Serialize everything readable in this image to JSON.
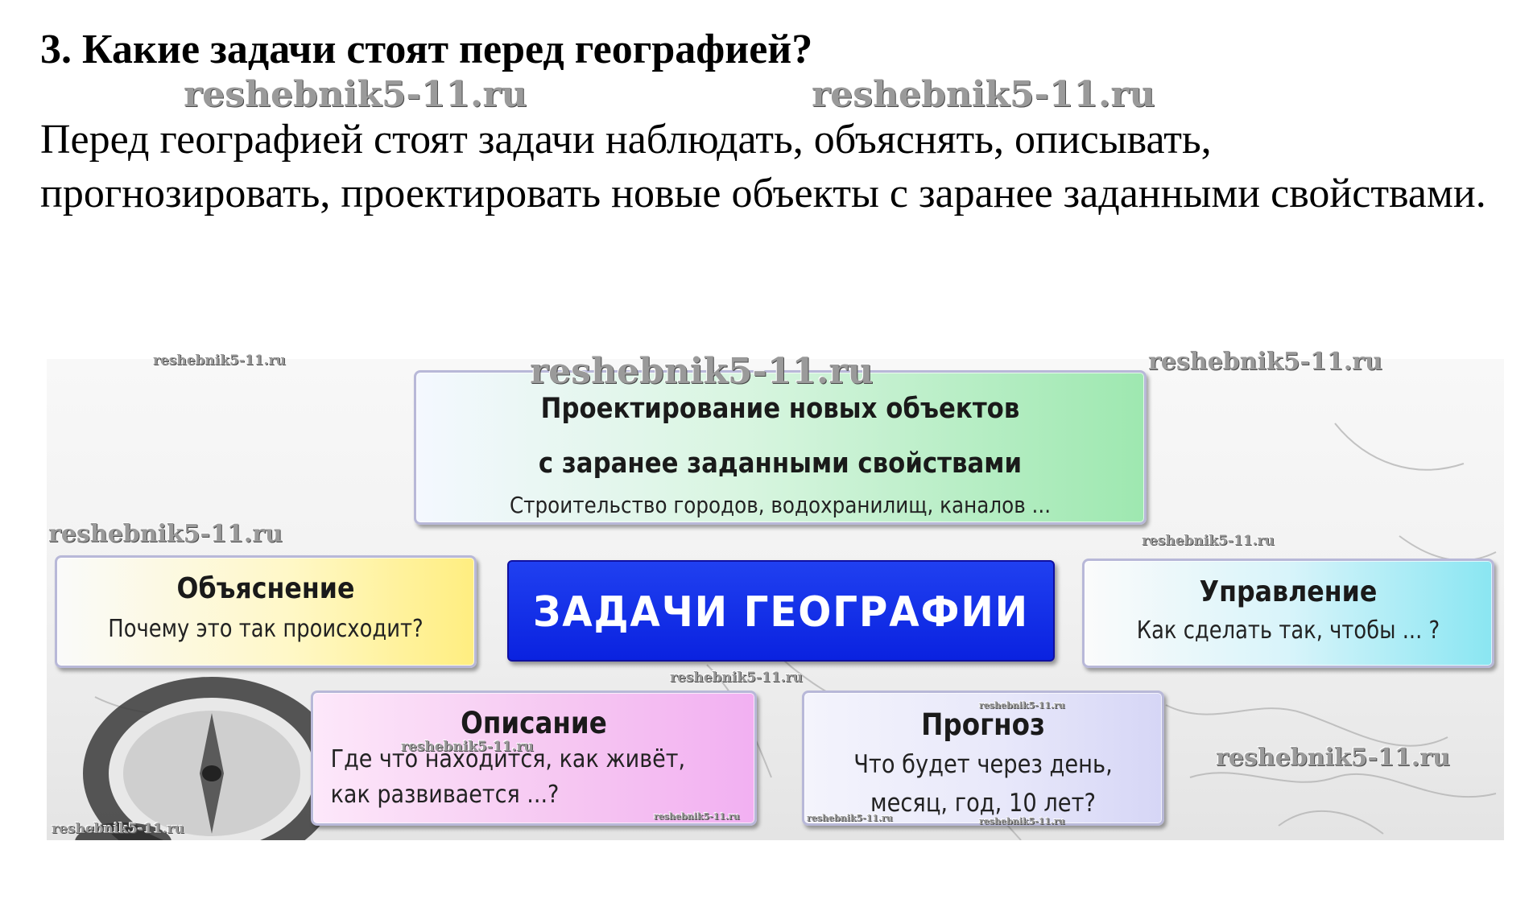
{
  "question": {
    "title": "3. Какие задачи стоят перед географией?"
  },
  "answer": {
    "text": "Перед географией стоят задачи наблюдать, объяснять, описывать, прогнозировать, проектировать новые объекты с заранее заданными свойствами."
  },
  "watermark": "reshebnik5-11.ru",
  "diagram": {
    "center": {
      "title": "ЗАДАЧИ ГЕОГРАФИИ"
    },
    "top": {
      "head_line1": "Проектирование новых объектов",
      "head_line2": "с заранее заданными свойствами",
      "sub": "Строительство городов, водохранилищ, каналов ..."
    },
    "explain": {
      "head": "Объяснение",
      "sub": "Почему это так происходит?"
    },
    "manage": {
      "head": "Управление",
      "sub": "Как сделать так, чтобы ... ?"
    },
    "describe": {
      "head": "Описание",
      "sub_line1": "Где что  находится, как живёт,",
      "sub_line2": "как развивается ...?"
    },
    "forecast": {
      "head": "Прогноз",
      "sub_line1": "Что будет через день,",
      "sub_line2": "месяц, год, 10 лет?"
    }
  }
}
